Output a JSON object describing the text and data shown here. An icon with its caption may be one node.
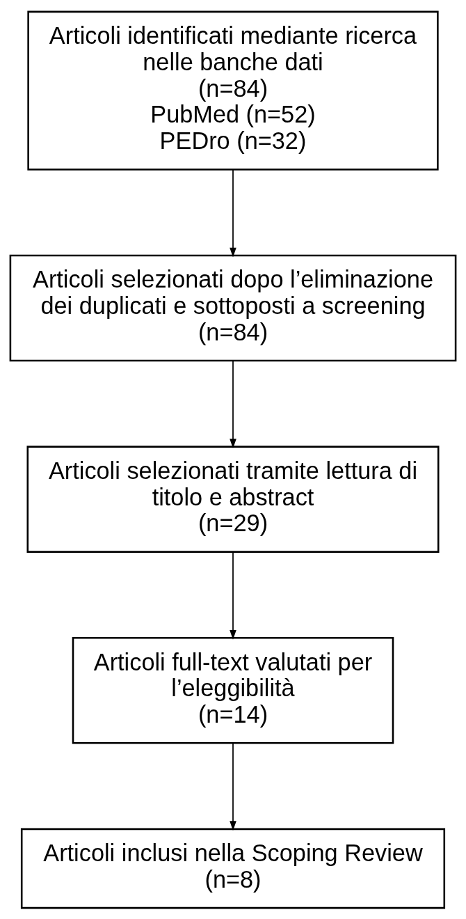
{
  "diagram": {
    "nodes": [
      {
        "text": [
          "Articoli identificati mediante ricerca nelle banche dati",
          "(n=84)",
          "PubMed (n=52)",
          "PEDro (n=32)"
        ]
      },
      {
        "text": [
          "Articoli selezionati dopo l’eliminazione dei duplicati e sottoposti a screening",
          "(n=84)"
        ]
      },
      {
        "text": [
          "Articoli selezionati tramite lettura di titolo e abstract",
          "(n=29)"
        ]
      },
      {
        "text": [
          "Articoli full-text valutati per l’eleggibilità",
          "(n=14)"
        ]
      },
      {
        "text": [
          "Articoli inclusi nella Scoping Review",
          "(n=8)"
        ]
      }
    ],
    "edges": [
      {
        "from": 0,
        "to": 1,
        "arrow": "to"
      },
      {
        "from": 1,
        "to": 2,
        "arrow": "to"
      },
      {
        "from": 2,
        "to": 3,
        "arrow": "to"
      },
      {
        "from": 3,
        "to": 4,
        "arrow": "to"
      }
    ]
  }
}
